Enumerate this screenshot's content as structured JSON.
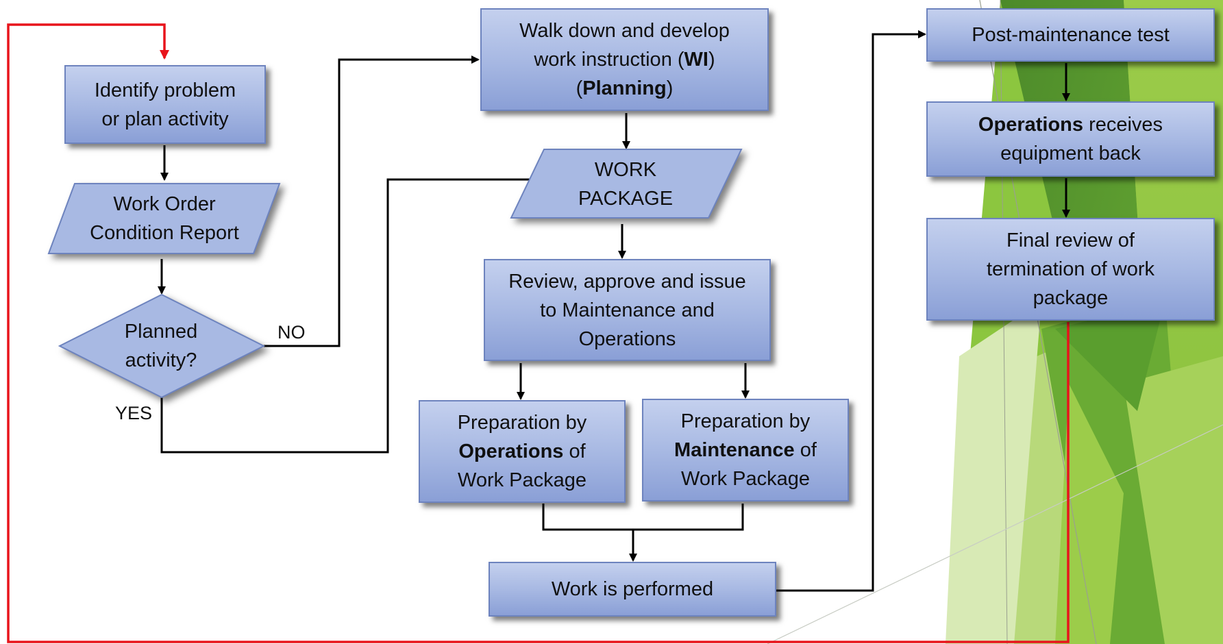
{
  "nodes": {
    "identify": {
      "line1": "Identify problem",
      "line2": "or plan activity"
    },
    "work_order": {
      "line1": "Work Order",
      "line2": "Condition Report"
    },
    "decision": {
      "line1": "Planned",
      "line2": "activity?"
    },
    "walk_down": {
      "line1": "Walk down and develop",
      "line2a": "work instruction (",
      "line2b": "WI",
      "line2c": ")",
      "line3a": "(",
      "line3b": "Planning",
      "line3c": ")"
    },
    "work_package": {
      "line1": "WORK",
      "line2": "PACKAGE"
    },
    "review": {
      "line1": "Review, approve and issue",
      "line2": "to Maintenance and",
      "line3": "Operations"
    },
    "prep_ops": {
      "line1": "Preparation by",
      "line2a": "Operations",
      "line2b": " of",
      "line3": "Work Package"
    },
    "prep_maint": {
      "line1": "Preparation by",
      "line2a": "Maintenance",
      "line2b": " of",
      "line3": "Work Package"
    },
    "performed": {
      "line1": "Work is performed"
    },
    "post_test": {
      "line1": "Post-maintenance test"
    },
    "ops_receives": {
      "line1a": "Operations",
      "line1b": " receives",
      "line2": "equipment back"
    },
    "final_review": {
      "line1": "Final review of",
      "line2": "termination of work",
      "line3": "package"
    }
  },
  "labels": {
    "no": "NO",
    "yes": "YES"
  },
  "colors": {
    "box_fill": "#a8b9e3",
    "box_border": "#6d83be",
    "connector": "#000000",
    "loop_connector": "#e8141b",
    "theme_green_dark": "#5a9e2e",
    "theme_green_light": "#8cc63f",
    "theme_green_pale": "#d8eab5"
  }
}
